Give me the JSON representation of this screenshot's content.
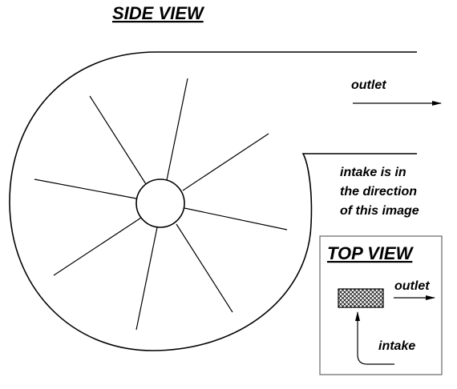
{
  "side_view": {
    "title": "SIDE VIEW",
    "outlet_label": "outlet",
    "intake_note": [
      "intake is in",
      "the direction",
      "of this image"
    ]
  },
  "top_view": {
    "title": "TOP VIEW",
    "outlet_label": "outlet",
    "intake_label": "intake"
  }
}
